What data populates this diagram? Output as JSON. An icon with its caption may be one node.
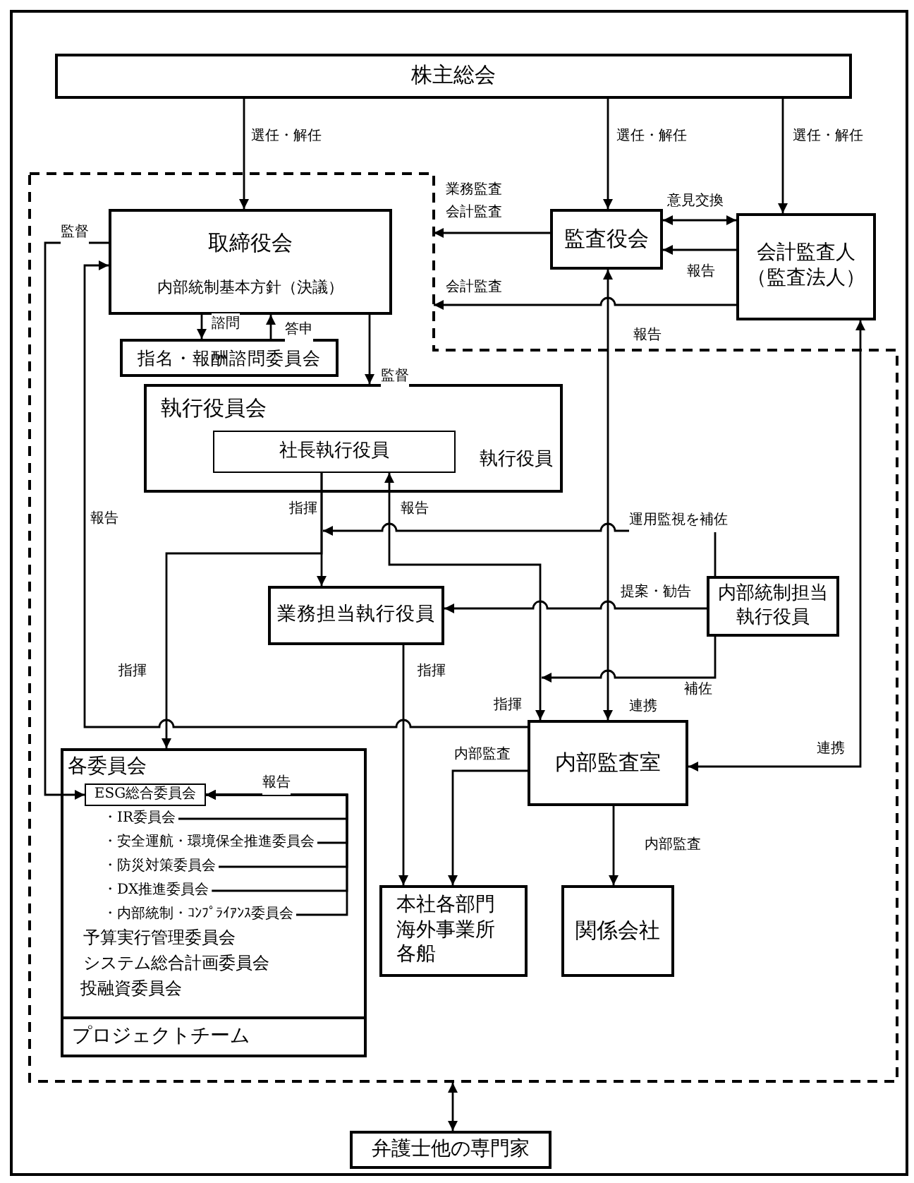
{
  "diagram": {
    "nodes": [
      {
        "text": [
          "株主総会"
        ]
      },
      {
        "text": [],
        "shape": "box"
      },
      {
        "text": [
          "取締役会",
          "内部統制基本方針（決議）"
        ],
        "in": 1
      },
      {
        "text": [
          "指名・報酬諮問委員会"
        ],
        "in": 1
      },
      {
        "text": [
          "監査役会"
        ]
      },
      {
        "text": [
          "会計監査人（監査法人）"
        ]
      },
      {
        "text": [
          "執行役員会",
          "執行役員"
        ],
        "in": 1
      },
      {
        "text": [
          "社長執行役員"
        ],
        "in": 6
      },
      {
        "text": [
          "業務担当執行役員"
        ],
        "in": 1
      },
      {
        "text": [
          "内部統制担当執行役員"
        ],
        "in": 1
      },
      {
        "text": [
          "内部監査室"
        ],
        "in": 1
      },
      {
        "text": [
          "各委員会",
          "予算実行管理委員会",
          "システム総合計画委員会",
          "投融資委員会"
        ],
        "in": 1
      },
      {
        "text": [
          "ESG総合委員会"
        ],
        "in": 11
      },
      {
        "text": [
          "・IR委員会"
        ],
        "in": 11
      },
      {
        "text": [
          "・安全運航・環境保全推進委員会"
        ],
        "in": 11
      },
      {
        "text": [
          "・防災対策委員会"
        ],
        "in": 11
      },
      {
        "text": [
          "・DX推進委員会"
        ],
        "in": 11
      },
      {
        "text": [
          "・内部統制・ｺﾝﾌﾟﾗｲｱﾝｽ委員会"
        ],
        "in": 11
      },
      {
        "text": [
          "プロジェクトチーム"
        ],
        "in": 1
      },
      {
        "text": [
          "本社各部門",
          "海外事業所",
          "各船"
        ],
        "in": 1
      },
      {
        "text": [
          "関係会社"
        ],
        "in": 1
      },
      {
        "text": [
          "弁護士他の専門家"
        ]
      }
    ],
    "edges": [
      {
        "from": 0,
        "to": 2,
        "arrow": "to",
        "label": "選任・解任"
      },
      {
        "from": 0,
        "to": 4,
        "arrow": "to",
        "label": "選任・解任"
      },
      {
        "from": 0,
        "to": 5,
        "arrow": "to",
        "label": "選任・解任"
      },
      {
        "from": 4,
        "to": 1,
        "arrow": "to",
        "label": "業務監査会計監査"
      },
      {
        "from": 5,
        "to": 1,
        "arrow": "to",
        "label": "会計監査"
      },
      {
        "from": 4,
        "to": 5,
        "arrow": "both",
        "label": "意見交換"
      },
      {
        "from": 5,
        "to": 4,
        "arrow": "to",
        "label": "報告"
      },
      {
        "from": 10,
        "to": 4,
        "arrow": "both",
        "label": "報告"
      },
      {
        "from": 10,
        "to": 5,
        "arrow": "both",
        "label": "連携"
      },
      {
        "from": 2,
        "to": 3,
        "arrow": "to",
        "label": "諮問"
      },
      {
        "from": 3,
        "to": 2,
        "arrow": "to",
        "label": "答申"
      },
      {
        "from": 2,
        "to": 6,
        "arrow": "to",
        "label": "監督"
      },
      {
        "from": 2,
        "to": 12,
        "arrow": "to",
        "label": "監督"
      },
      {
        "from": 10,
        "to": 2,
        "arrow": "to",
        "label": "報告"
      },
      {
        "from": 7,
        "to": 8,
        "arrow": "to",
        "label": "指揮"
      },
      {
        "from": 7,
        "to": 11,
        "arrow": "to",
        "label": "指揮"
      },
      {
        "from": 9,
        "to": null,
        "arrow": "to",
        "label": "運用監視を補佐"
      },
      {
        "from": 10,
        "to": 7,
        "arrow": "both",
        "label": "報告"
      },
      {
        "from": 9,
        "to": 8,
        "arrow": "to",
        "label": "提案・勧告"
      },
      {
        "from": 9,
        "to": null,
        "arrow": "to",
        "label": "補佐"
      },
      {
        "from": 8,
        "to": 19,
        "arrow": "to",
        "label": "指揮"
      },
      {
        "from": 10,
        "to": 19,
        "arrow": "to",
        "label": "内部監査"
      },
      {
        "from": 10,
        "to": 20,
        "arrow": "to",
        "label": "内部監査"
      },
      {
        "from": 13,
        "to": 12,
        "arrow": "to",
        "label": "報告"
      },
      {
        "from": 14,
        "to": 12,
        "arrow": "to"
      },
      {
        "from": 15,
        "to": 12,
        "arrow": "to"
      },
      {
        "from": 16,
        "to": 12,
        "arrow": "to"
      },
      {
        "from": 17,
        "to": 12,
        "arrow": "to"
      },
      {
        "from": 21,
        "to": 1,
        "arrow": "both"
      }
    ],
    "labels": [
      "指揮",
      "連携"
    ]
  }
}
